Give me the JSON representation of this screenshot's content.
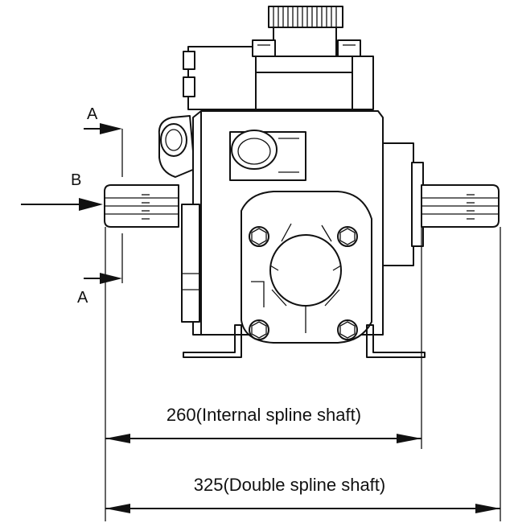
{
  "labels": {
    "section_a_top": "A",
    "section_a_bottom": "A",
    "view_b": "B"
  },
  "dimensions": {
    "internal": "260(Internal spline shaft)",
    "double": "325(Double spline shaft)"
  }
}
